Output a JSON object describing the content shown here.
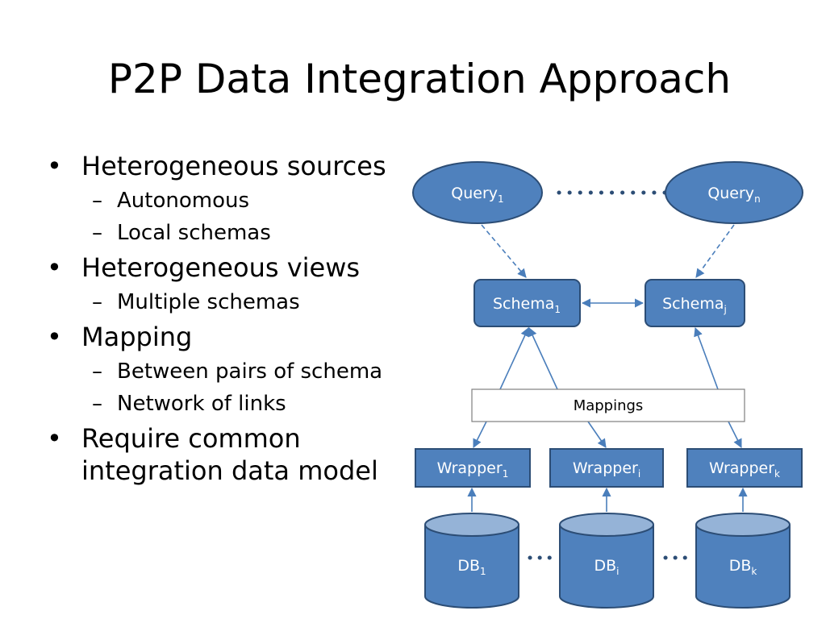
{
  "title": "P2P Data Integration Approach",
  "bullets": [
    {
      "text": "Heterogeneous sources",
      "subs": [
        "Autonomous",
        "Local schemas"
      ]
    },
    {
      "text": "Heterogeneous views",
      "subs": [
        "Multiple schemas"
      ]
    },
    {
      "text": "Mapping",
      "subs": [
        "Between pairs of schema",
        "Network of links"
      ]
    },
    {
      "text": "Require common integration data model",
      "subs": []
    }
  ],
  "diagram": {
    "query_1": {
      "base": "Query",
      "sub": "1"
    },
    "query_n": {
      "base": "Query",
      "sub": "n"
    },
    "schema_1": {
      "base": "Schema",
      "sub": "1"
    },
    "schema_j": {
      "base": "Schema",
      "sub": "j"
    },
    "mappings": "Mappings",
    "wrapper_1": {
      "base": "Wrapper",
      "sub": "1"
    },
    "wrapper_i": {
      "base": "Wrapper",
      "sub": "i"
    },
    "wrapper_k": {
      "base": "Wrapper",
      "sub": "k"
    },
    "db_1": {
      "base": "DB",
      "sub": "1"
    },
    "db_i": {
      "base": "DB",
      "sub": "i"
    },
    "db_k": {
      "base": "DB",
      "sub": "k"
    }
  },
  "colors": {
    "node_fill": "#4F81BD",
    "node_stroke": "#2C4D75",
    "db_top": "#95B3D7",
    "connector": "#4A7EBB",
    "label_on_node": "#FFFFFF"
  }
}
